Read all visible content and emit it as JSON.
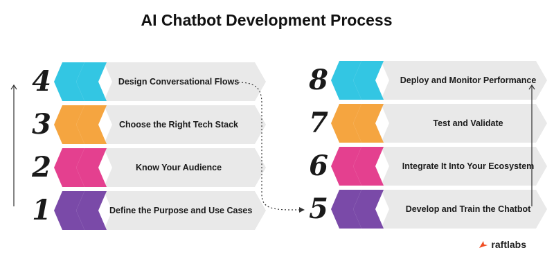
{
  "title": "AI Chatbot Development Process",
  "colors": {
    "cyan": "#33c6e3",
    "orange": "#f5a540",
    "pink": "#e4408f",
    "purple": "#7a4aa8",
    "box": "#e9e9e9",
    "brand": "#f04e23"
  },
  "steps": [
    {
      "number": "4",
      "label": "Design Conversational Flows",
      "color": "cyan"
    },
    {
      "number": "3",
      "label": "Choose the Right Tech Stack",
      "color": "orange"
    },
    {
      "number": "2",
      "label": "Know Your Audience",
      "color": "pink"
    },
    {
      "number": "1",
      "label": "Define the Purpose and Use Cases",
      "color": "purple"
    },
    {
      "number": "8",
      "label": "Deploy and Monitor Performance",
      "color": "cyan"
    },
    {
      "number": "7",
      "label": "Test and Validate",
      "color": "orange"
    },
    {
      "number": "6",
      "label": "Integrate It Into Your Ecosystem",
      "color": "pink"
    },
    {
      "number": "5",
      "label": "Develop and Train the Chatbot",
      "color": "purple"
    }
  ],
  "brand": {
    "name": "raftlabs",
    "icon": "raftlabs-logo-icon"
  }
}
